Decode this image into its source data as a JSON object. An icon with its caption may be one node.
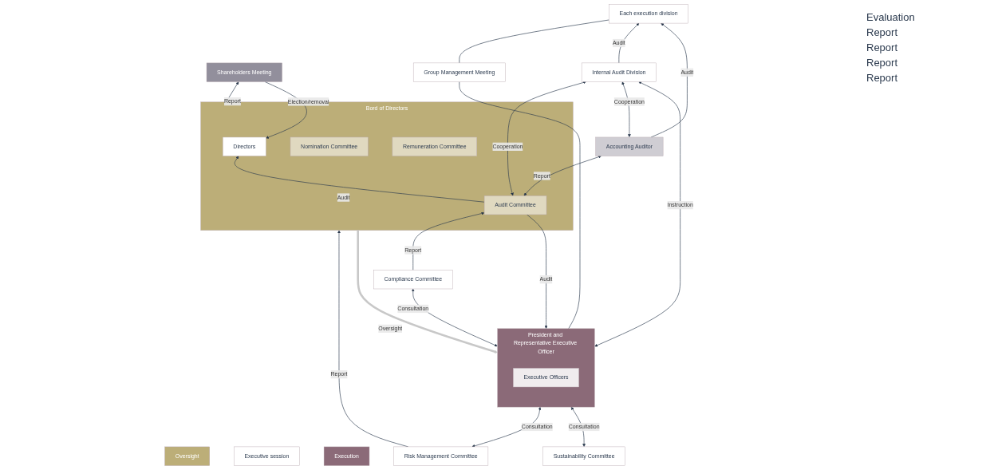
{
  "diagram": {
    "nodes": [
      {
        "text": [
          "Shareholders Meeting"
        ]
      },
      {
        "text": [
          "Oversight"
        ]
      },
      {
        "text": [
          "Executive session"
        ]
      },
      {
        "text": [
          "Bord of Directors"
        ]
      },
      {
        "text": [
          "Directors"
        ],
        "in": 3
      },
      {
        "text": [
          "Nomination Committee"
        ],
        "in": 3
      },
      {
        "text": [
          "Remuneration Committee"
        ],
        "in": 3
      },
      {
        "text": [
          "Audit Committee"
        ],
        "in": 3
      },
      {
        "text": [
          "Accounting Auditor"
        ]
      },
      {
        "text": [
          "Execution"
        ]
      },
      {
        "text": [
          "Risk Management Committee"
        ]
      },
      {
        "text": [
          "Sustainability Committee"
        ]
      },
      {
        "text": [
          "President and Representative Executive Officer"
        ]
      },
      {
        "text": [
          "Executive Officers"
        ],
        "in": 12
      },
      {
        "text": [
          "Compliance Committee"
        ]
      },
      {
        "text": [
          "Internal Audit Division"
        ]
      },
      {
        "text": [
          "Group Management Meeting"
        ]
      },
      {
        "text": [
          "Each execution division"
        ]
      }
    ],
    "edges": [
      {
        "from": 3,
        "to": 0,
        "arrow": "to",
        "label": "Report"
      },
      {
        "from": 0,
        "to": 4,
        "arrow": "to",
        "label": "Election/removal"
      },
      {
        "from": 7,
        "to": 4,
        "arrow": "to",
        "label": "Audit"
      },
      {
        "from": 7,
        "to": 8,
        "arrow": "both",
        "label": "Report"
      },
      {
        "from": 10,
        "to": 3,
        "arrow": "to",
        "label": "Report"
      },
      {
        "from": 3,
        "to": 12,
        "arrow": "to",
        "label": "Oversight",
        "style": "thick",
        "color": "#c8c8c8"
      },
      {
        "from": 7,
        "to": 12,
        "arrow": "to",
        "label": "Audit"
      },
      {
        "from": 14,
        "to": 7,
        "arrow": "to",
        "label": "Report"
      },
      {
        "from": 7,
        "to": 15,
        "arrow": "both",
        "label": "Cooperation"
      },
      {
        "from": 8,
        "to": 15,
        "arrow": "both",
        "label": "Cooperation"
      },
      {
        "from": 10,
        "to": 12,
        "arrow": "both",
        "label": "Consultation"
      },
      {
        "from": 11,
        "to": 12,
        "arrow": "both",
        "label": "Consultation"
      },
      {
        "from": 12,
        "to": 14,
        "arrow": "both",
        "label": "Consultation"
      },
      {
        "from": 12,
        "to": 15,
        "arrow": "both",
        "label": "Instruction"
      },
      {
        "from": 12,
        "to": 16,
        "arrow": "none"
      },
      {
        "from": 16,
        "to": 17,
        "arrow": "none"
      },
      {
        "from": 15,
        "to": 17,
        "arrow": "to",
        "label": "Audit"
      },
      {
        "from": 8,
        "to": 17,
        "arrow": "to",
        "label": "Audit"
      }
    ],
    "labels": [
      "Evaluation",
      "Report",
      "Report",
      "Report",
      "Report"
    ]
  }
}
